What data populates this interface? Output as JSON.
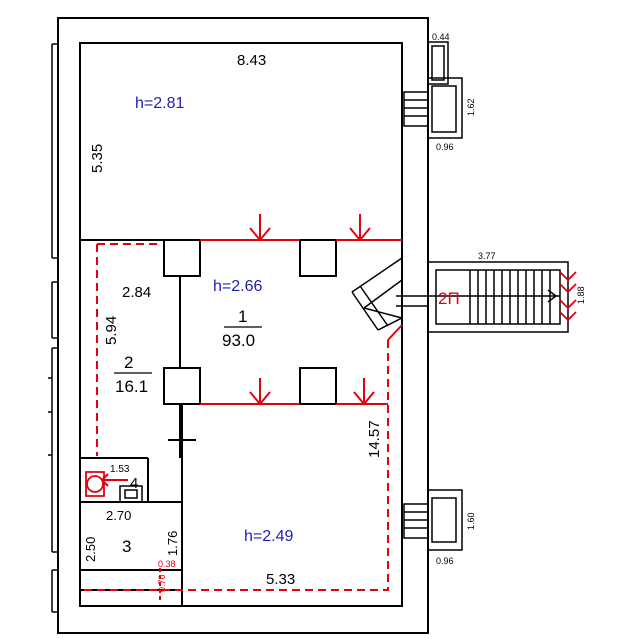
{
  "colors": {
    "wall": "#000000",
    "height_text": "#1f1fb4",
    "marker": "#e3000f",
    "background": "#ffffff"
  },
  "room_heights": {
    "top": "h=2.81",
    "middle": "h=2.66",
    "bottom": "h=2.49"
  },
  "dimensions": {
    "top_width": "8.43",
    "left_height": "5.35",
    "room2_width": "2.84",
    "room2_height": "5.94",
    "right_length": "14.57",
    "bottom_width": "5.33",
    "room3_width": "2.70",
    "room3_height": "2.50",
    "room3_side": "1.76",
    "bathroom": "1.53",
    "small_a": "0.38",
    "small_b": "0.70",
    "bay_top_a": "0.44",
    "bay_top_b": "1.62",
    "bay_top_c": "0.96",
    "bay_bottom_a": "1.60",
    "bay_bottom_b": "0.96",
    "stair_length": "3.77",
    "stair_width": "1.88"
  },
  "rooms": {
    "r1_num": "1",
    "r1_area": "93.0",
    "r2_num": "2",
    "r2_area": "16.1",
    "r3_num": "3",
    "r4_num": "4"
  },
  "stair_label": "2П"
}
